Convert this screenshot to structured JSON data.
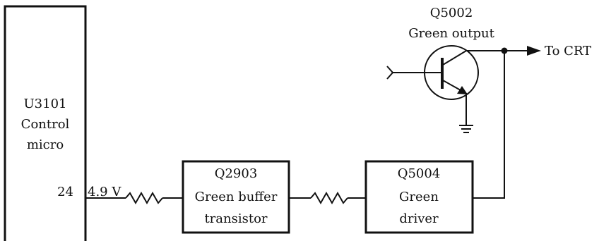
{
  "microcontroller": {
    "ref": "U3101",
    "line1": "Control",
    "line2": "micro",
    "pin_number": "24",
    "pin_voltage": "4.9 V"
  },
  "buffer_block": {
    "ref": "Q2903",
    "line1": "Green buffer",
    "line2": "transistor"
  },
  "driver_block": {
    "ref": "Q5004",
    "line1": "Green",
    "line2": "driver"
  },
  "output_transistor": {
    "ref": "Q5002",
    "name": "Green output"
  },
  "output_label": "To CRT"
}
